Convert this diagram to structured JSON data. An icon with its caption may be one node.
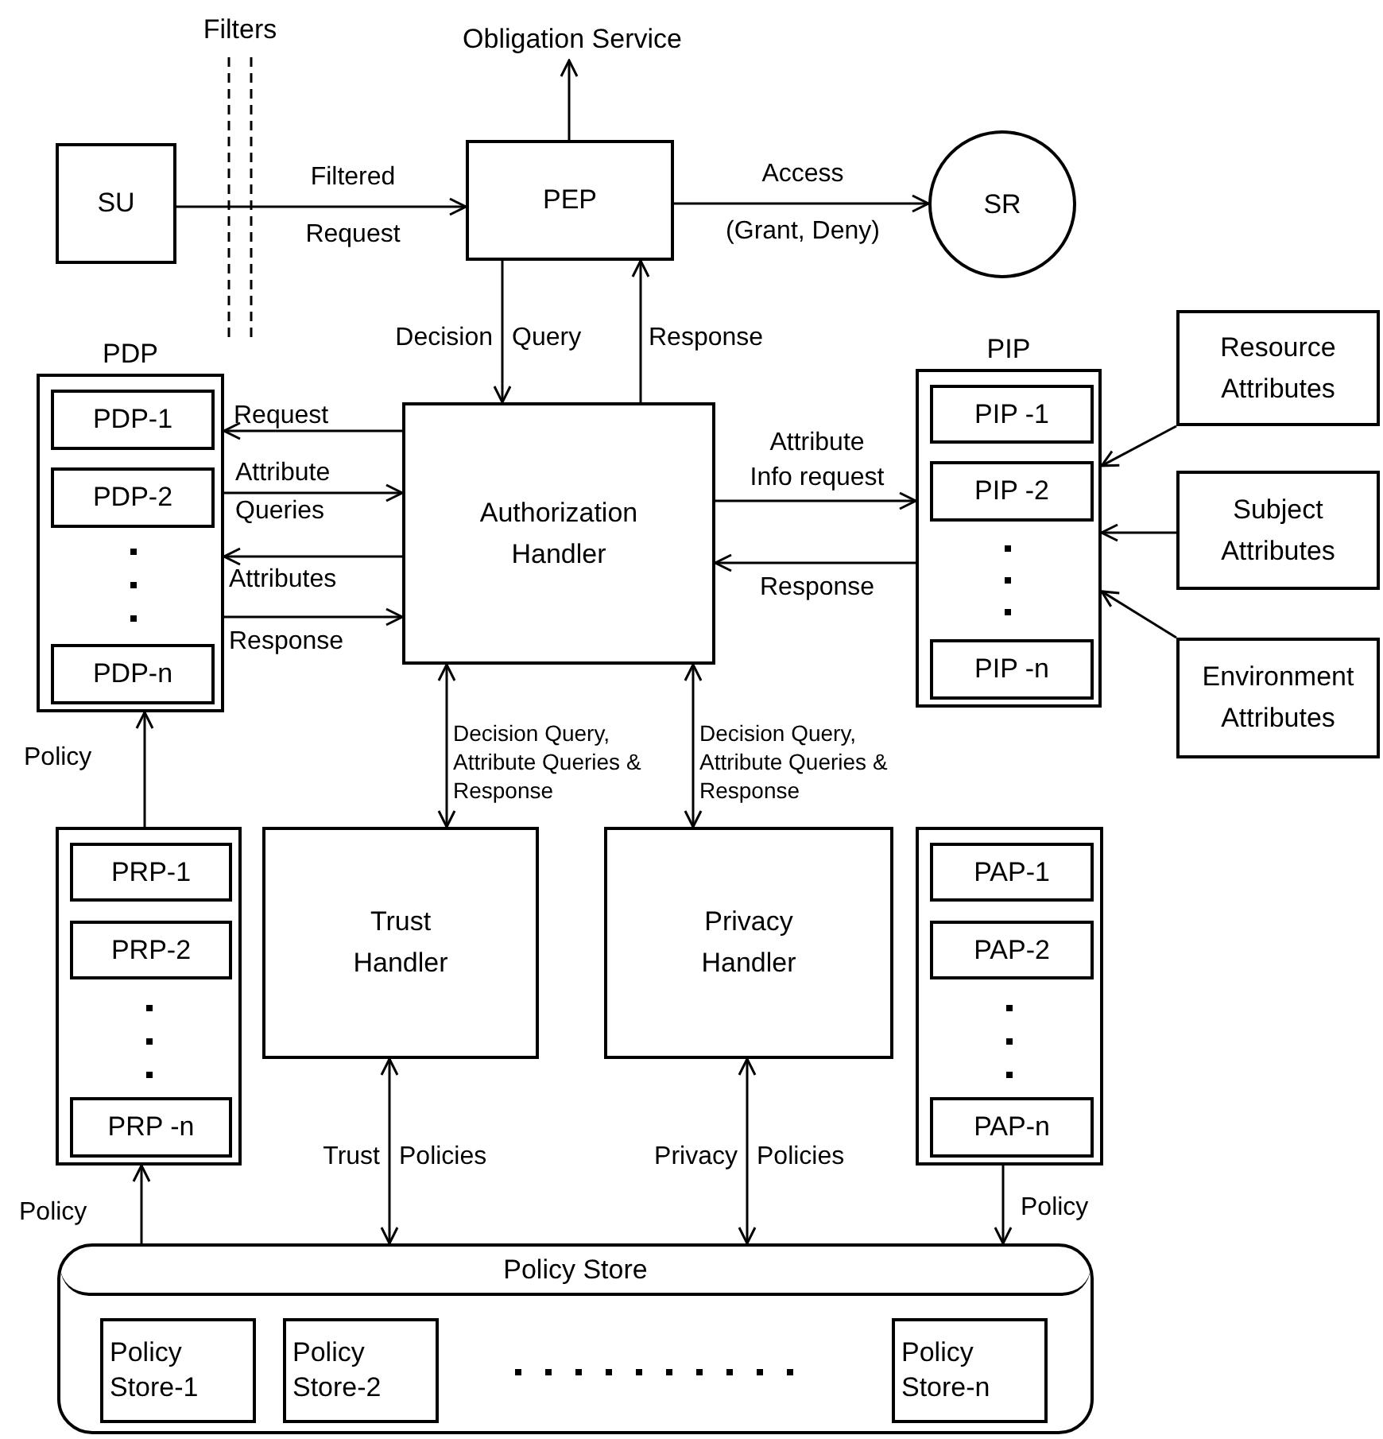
{
  "diagram": {
    "nodes": [
      {
        "text": [
          "SU"
        ]
      },
      {
        "text": [
          "PEP"
        ]
      },
      {
        "text": [
          "SR"
        ]
      },
      {
        "text": [
          "Obligation Service"
        ]
      },
      {
        "text": [
          "PDP"
        ]
      },
      {
        "text": [
          "PDP-1"
        ],
        "in": 4
      },
      {
        "text": [
          "PDP-2"
        ],
        "in": 4
      },
      {
        "text": [
          "PDP-n"
        ],
        "in": 4
      },
      {
        "text": [
          "Authorization Handler"
        ]
      },
      {
        "text": [
          "PIP"
        ]
      },
      {
        "text": [
          "PIP -1"
        ],
        "in": 9
      },
      {
        "text": [
          "PIP -2"
        ],
        "in": 9
      },
      {
        "text": [
          "PIP -n"
        ],
        "in": 9
      },
      {
        "text": [
          "Resource Attributes"
        ]
      },
      {
        "text": [
          "Subject Attributes"
        ]
      },
      {
        "text": [
          "Environment Attributes"
        ]
      },
      {
        "text": [],
        "shape": "box"
      },
      {
        "text": [
          "PRP-1"
        ],
        "in": 16
      },
      {
        "text": [
          "PRP-2"
        ],
        "in": 16
      },
      {
        "text": [
          "PRP -n"
        ],
        "in": 16
      },
      {
        "text": [
          "Trust Handler"
        ]
      },
      {
        "text": [
          "Privacy Handler"
        ]
      },
      {
        "text": [],
        "shape": "box"
      },
      {
        "text": [
          "PAP-1"
        ],
        "in": 22
      },
      {
        "text": [
          "PAP-2"
        ],
        "in": 22
      },
      {
        "text": [
          "PAP-n"
        ],
        "in": 22
      },
      {
        "text": [
          "Policy Store"
        ]
      },
      {
        "text": [
          "Policy Store-1"
        ],
        "in": 26
      },
      {
        "text": [
          "Policy Store-2"
        ],
        "in": 26
      },
      {
        "text": [
          "Policy Store-n"
        ],
        "in": 26
      }
    ],
    "edges": [
      {
        "from": 0,
        "to": 1,
        "arrow": "to",
        "label": "Filtered Request"
      },
      {
        "from": 1,
        "to": 3,
        "arrow": "to"
      },
      {
        "from": 1,
        "to": 2,
        "arrow": "to",
        "label": "Access (Grant, Deny)"
      },
      {
        "from": 1,
        "to": 8,
        "arrow": "to",
        "label": "Decision Query"
      },
      {
        "from": 8,
        "to": 1,
        "arrow": "to",
        "label": "Response"
      },
      {
        "from": 8,
        "to": 4,
        "arrow": "to",
        "label": "Request"
      },
      {
        "from": 4,
        "to": 8,
        "arrow": "to",
        "label": "Attribute Queries"
      },
      {
        "from": 8,
        "to": 4,
        "arrow": "to",
        "label": "Attributes"
      },
      {
        "from": 4,
        "to": 8,
        "arrow": "to",
        "label": "Response"
      },
      {
        "from": 8,
        "to": 9,
        "arrow": "to",
        "label": "Attribute Info request"
      },
      {
        "from": 9,
        "to": 8,
        "arrow": "to",
        "label": "Response"
      },
      {
        "from": 13,
        "to": 9,
        "arrow": "to"
      },
      {
        "from": 14,
        "to": 9,
        "arrow": "to"
      },
      {
        "from": 15,
        "to": 9,
        "arrow": "to"
      },
      {
        "from": 8,
        "to": 20,
        "arrow": "both",
        "label": "Decision Query, Attribute Queries & Response"
      },
      {
        "from": 8,
        "to": 21,
        "arrow": "both",
        "label": "Decision Query, Attribute Queries & Response"
      },
      {
        "from": 16,
        "to": 4,
        "arrow": "to",
        "label": "Policy"
      },
      {
        "from": 20,
        "to": 26,
        "arrow": "both",
        "label": "Trust Policies"
      },
      {
        "from": 21,
        "to": 26,
        "arrow": "both",
        "label": "Privacy Policies"
      },
      {
        "from": 26,
        "to": 16,
        "arrow": "to",
        "label": "Policy"
      },
      {
        "from": 22,
        "to": 26,
        "arrow": "to",
        "label": "Policy"
      }
    ],
    "labels": [
      "Filters"
    ]
  }
}
